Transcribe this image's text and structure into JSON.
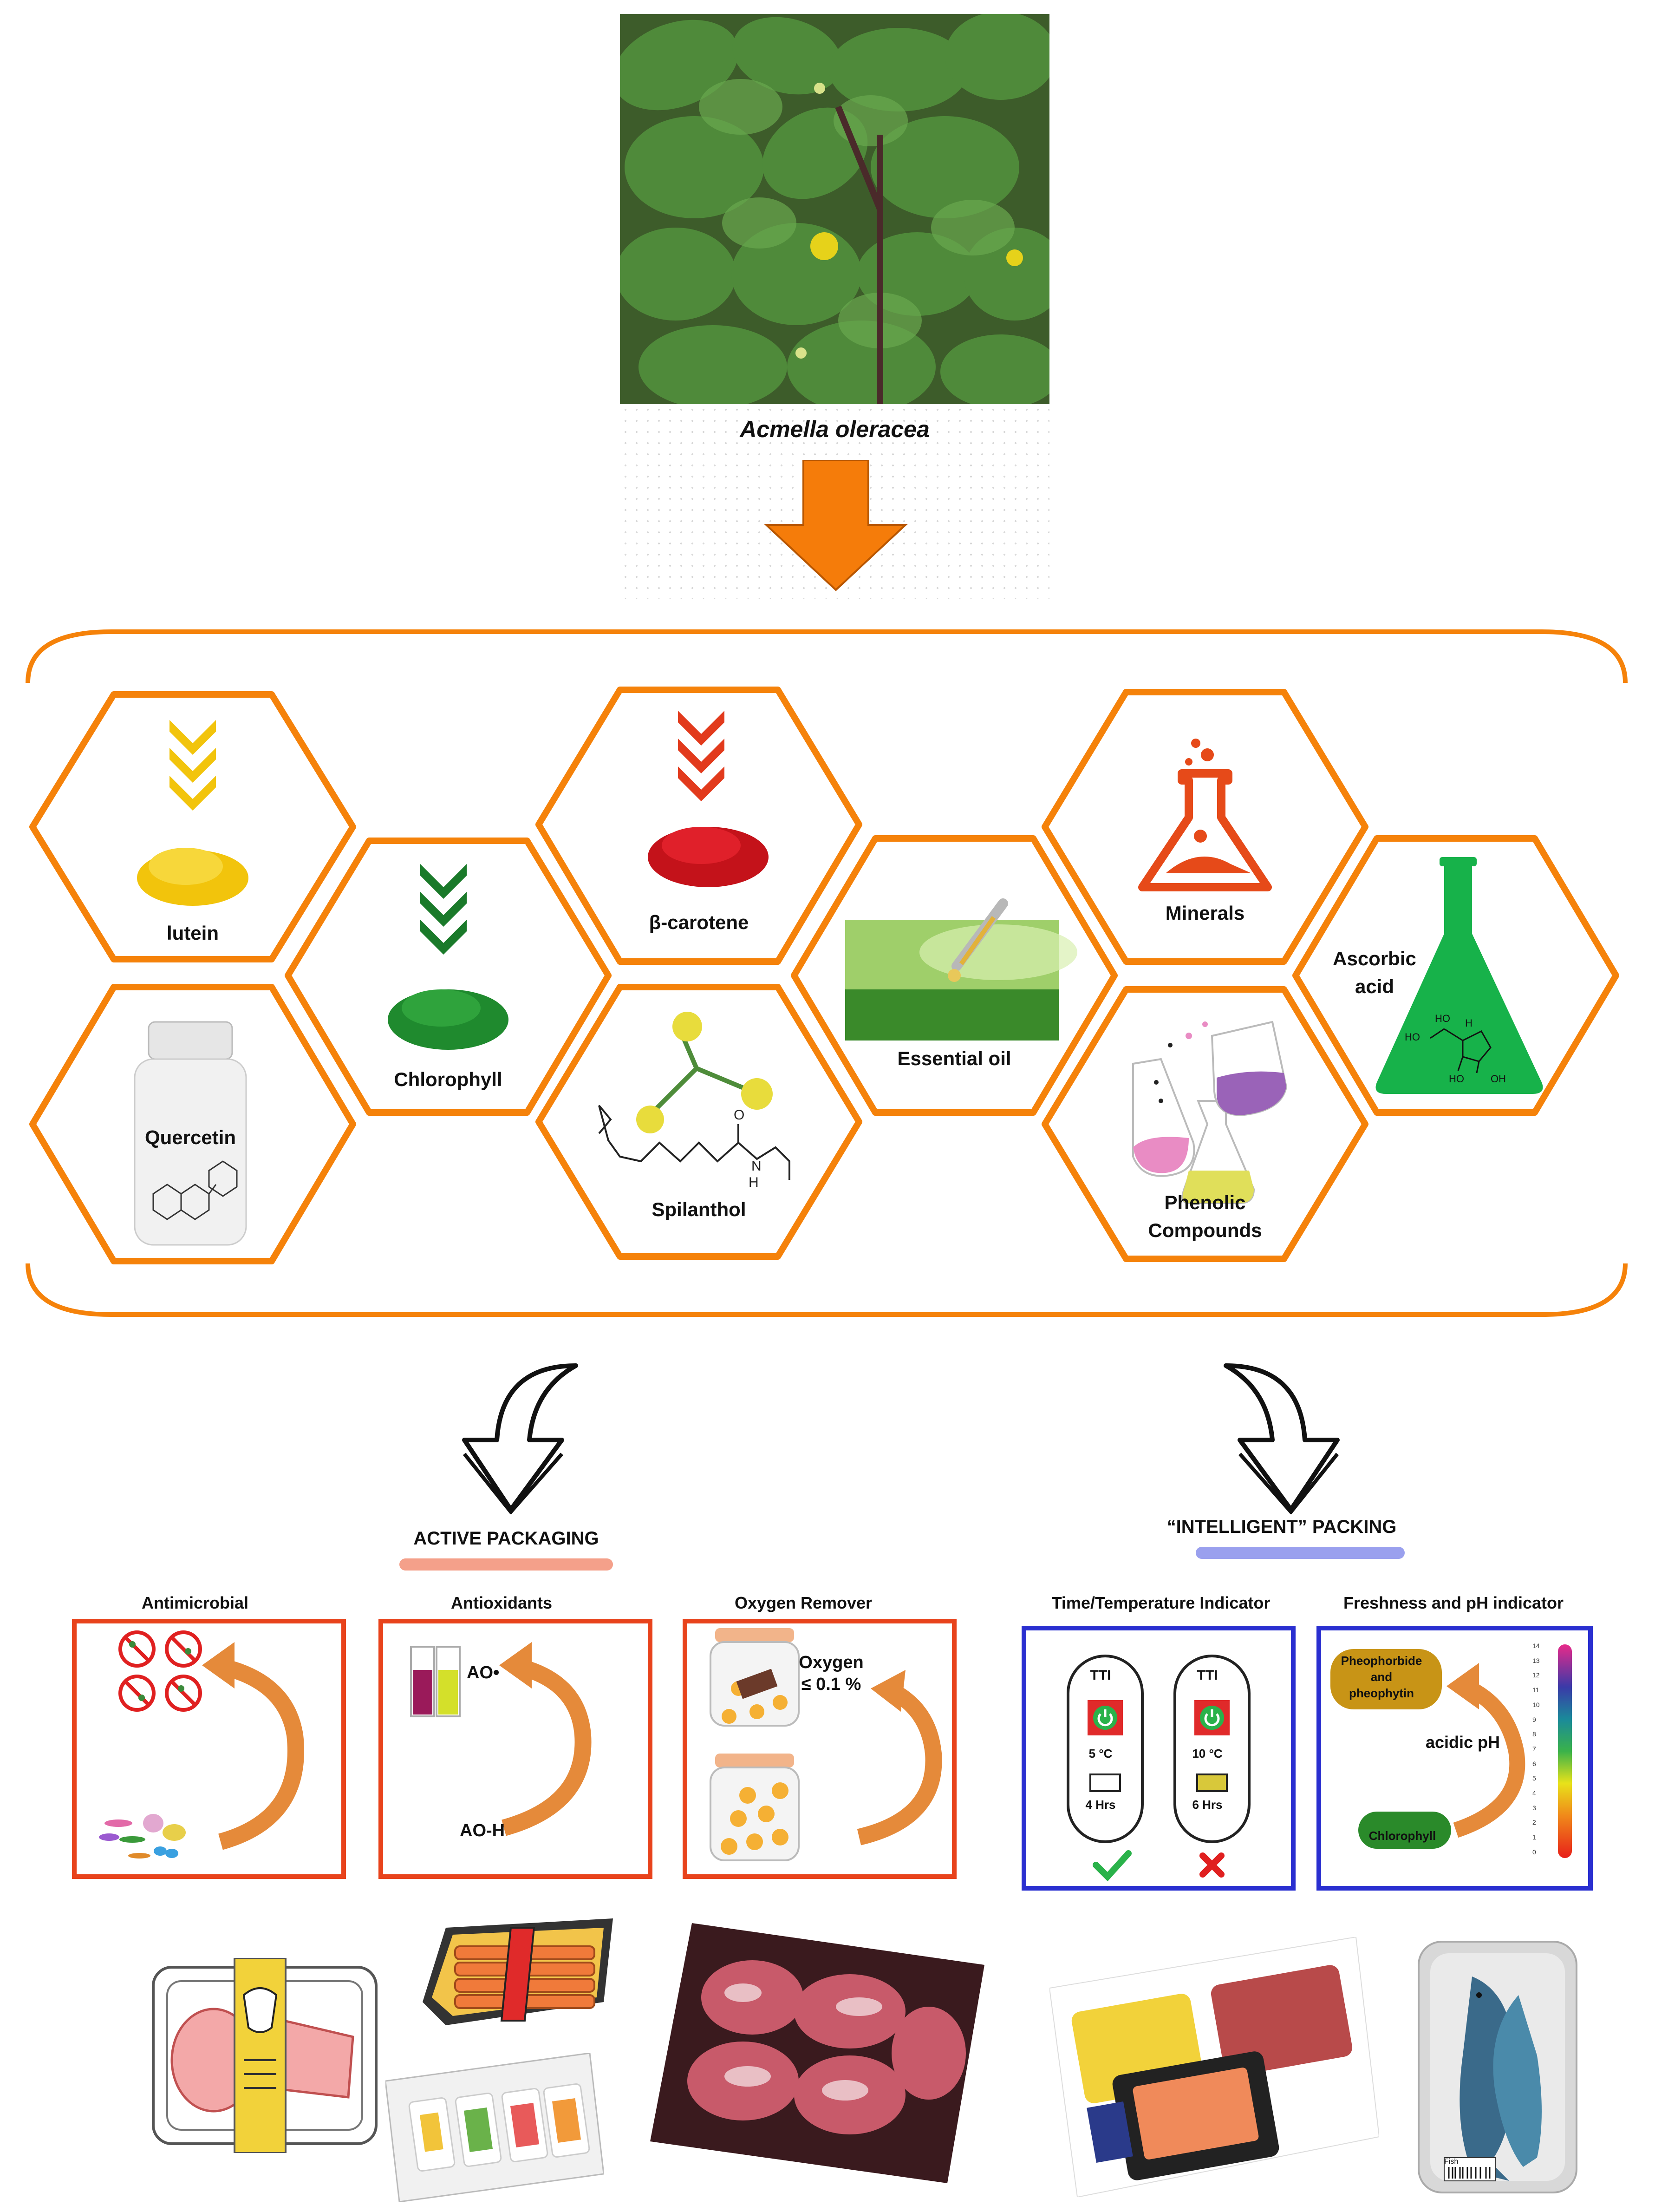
{
  "plant": {
    "name": "Acmella oleracea"
  },
  "compounds": {
    "lutein": "lutein",
    "chlorophyll": "Chlorophyll",
    "beta_carotene": "β-carotene",
    "essential_oil": "Essential oil",
    "minerals": "Minerals",
    "ascorbic_acid_line1": "Ascorbic",
    "ascorbic_acid_line2": "acid",
    "quercetin": "Quercetin",
    "spilanthol": "Spilanthol",
    "phenolic_line1": "Phenolic",
    "phenolic_line2": "Compounds"
  },
  "sections": {
    "active": "ACTIVE PACKAGING",
    "intelligent": "“INTELLIGENT” PACKING"
  },
  "panels": {
    "antimicrobial": {
      "title": "Antimicrobial"
    },
    "antioxidants": {
      "title": "Antioxidants",
      "ao_radical": "AO•",
      "ao_h": "AO-H"
    },
    "oxygen": {
      "title": "Oxygen Remover",
      "line1": "Oxygen",
      "line2": "≤ 0.1 %"
    },
    "tti": {
      "title": "Time/Temperature Indicator",
      "left": {
        "label": "TTI",
        "temp": "5 °C",
        "time": "4 Hrs"
      },
      "right": {
        "label": "TTI",
        "temp": "10 °C",
        "time": "6 Hrs"
      }
    },
    "freshness": {
      "title": "Freshness and pH indicator",
      "pheo_line1": "Pheophorbide",
      "pheo_line2": "and",
      "pheo_line3": "pheophytin",
      "acidic": "acidic pH",
      "chlorophyll": "Chlorophyll",
      "scale": [
        "14",
        "13",
        "12",
        "11",
        "10",
        "9",
        "8",
        "7",
        "6",
        "5",
        "4",
        "3",
        "2",
        "1",
        "0"
      ]
    }
  },
  "product_labels": {
    "fish": "Fish"
  },
  "colors": {
    "hex_border": "#f5820a",
    "arrow_orange": "#f57c0a",
    "red_box": "#e8431c",
    "blue_box": "#2a2fd0",
    "lutein": "#f2c40c",
    "chlorophyll": "#1a7a2a",
    "carotene": "#e23a1c",
    "ascorbic_flask": "#17b24a",
    "active_underline": "#f4a08a",
    "intelligent_underline": "#9aa0ee"
  }
}
